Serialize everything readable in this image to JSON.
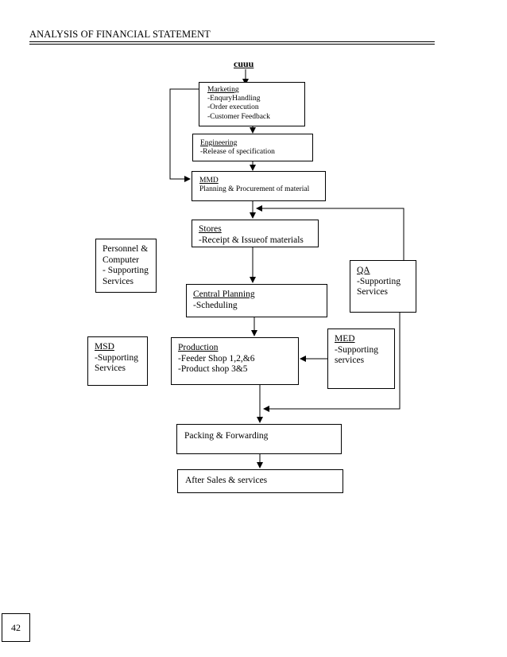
{
  "header": {
    "title": "ANALYSIS OF FINANCIAL STATEMENT"
  },
  "page_number": "42",
  "top_label": "cuuu",
  "nodes": {
    "marketing": {
      "lines": [
        "Marketing",
        "-EnquryHandling",
        "-Order execution",
        "-Customer Feedback"
      ]
    },
    "engineering": {
      "lines": [
        "Engineering",
        "-Release of specification"
      ]
    },
    "mmd": {
      "lines": [
        "MMD",
        "Planning & Procurement of material"
      ]
    },
    "stores": {
      "lines": [
        "Stores",
        "-Receipt & Issueof materials"
      ]
    },
    "personnel": {
      "lines": [
        "Personnel &",
        "Computer",
        "- Supporting",
        "Services"
      ]
    },
    "qa": {
      "lines": [
        "QA",
        "-Supporting",
        "Services"
      ]
    },
    "central_planning": {
      "lines": [
        "Central Planning",
        "-Scheduling"
      ]
    },
    "msd": {
      "lines": [
        "MSD",
        "-Supporting",
        "Services"
      ]
    },
    "production": {
      "lines": [
        "Production",
        "-Feeder Shop 1,2,&6",
        "-Product shop 3&5"
      ]
    },
    "med": {
      "lines": [
        "MED",
        "-Supporting",
        "services"
      ]
    },
    "packing": {
      "lines": [
        "Packing & Forwarding"
      ]
    },
    "after_sales": {
      "lines": [
        "After Sales & services"
      ]
    }
  }
}
